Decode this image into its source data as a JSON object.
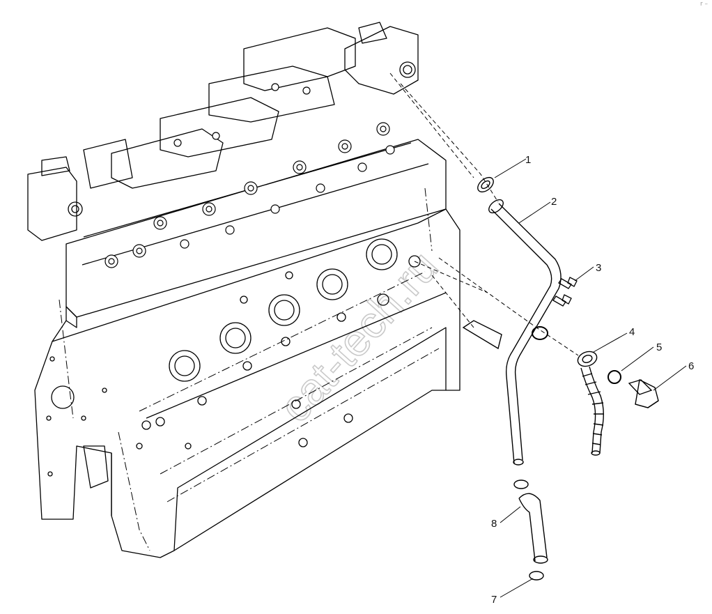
{
  "diagram": {
    "callouts": [
      {
        "id": "1",
        "label": "1"
      },
      {
        "id": "2",
        "label": "2"
      },
      {
        "id": "3",
        "label": "3"
      },
      {
        "id": "4",
        "label": "4"
      },
      {
        "id": "5",
        "label": "5"
      },
      {
        "id": "6",
        "label": "6"
      },
      {
        "id": "7",
        "label": "7"
      },
      {
        "id": "8",
        "label": "8"
      }
    ],
    "watermark": "cat-tech.ru",
    "corner_mark": "r –"
  }
}
